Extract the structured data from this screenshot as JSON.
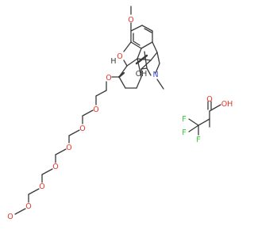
{
  "molecule": {
    "labels": {
      "o_methoxy_aromatic": "O",
      "o_furan": "O",
      "h_ring_junction": "H",
      "o_ether_6": "O",
      "oh_hydroxyl": "OH",
      "n_amine": "N",
      "o_peg_1": "O",
      "o_peg_2": "O",
      "o_peg_3": "O",
      "o_peg_4": "O",
      "o_peg_5": "O",
      "o_peg_6": "O",
      "o_peg_terminal": "O",
      "f_1": "F",
      "f_2": "F",
      "f_3": "F",
      "o_carbonyl": "O",
      "oh_acid": "OH"
    },
    "colors": {
      "bond": "#3a3a3a",
      "oxygen": "#e8342a",
      "nitrogen": "#3b4fe0",
      "fluorine": "#33c433",
      "hydrogen_on_heteroatom": "#3a3a3a",
      "carbon_label": "#3a3a3a"
    }
  }
}
